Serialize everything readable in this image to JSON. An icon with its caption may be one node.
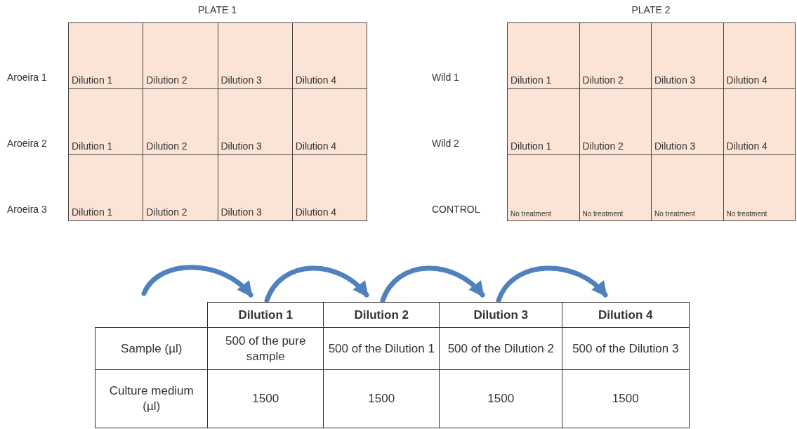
{
  "diagram": {
    "nodes": [
      {
        "text": [
          "Dilution 1"
        ]
      },
      {
        "text": [
          "Dilution 2"
        ]
      },
      {
        "text": [
          "Dilution 3"
        ]
      },
      {
        "text": [
          "Dilution 4"
        ]
      }
    ],
    "edges": [
      {
        "from": null,
        "to": 0,
        "arrow": "to"
      },
      {
        "from": 0,
        "to": 1,
        "arrow": "to"
      },
      {
        "from": 1,
        "to": 2,
        "arrow": "to"
      },
      {
        "from": 2,
        "to": 3,
        "arrow": "to"
      }
    ],
    "labels": [
      "PLATE 1",
      "PLATE 2",
      "Aroeira 1",
      "Dilution 1",
      "Dilution 2",
      "Dilution 3",
      "Dilution 4",
      "Wild 1",
      "Dilution 1",
      "Dilution 2",
      "Dilution 3",
      "Dilution 4",
      "Aroeira 2",
      "Dilution 1",
      "Dilution 2",
      "Dilution 3",
      "Dilution 4",
      "Wild 2",
      "Dilution 1",
      "Dilution 2",
      "Dilution 3",
      "Dilution 4",
      "Aroeira 3",
      "Dilution 1",
      "Dilution 2",
      "Dilution 3",
      "Dilution 4",
      "CONTROL",
      "No treatment",
      "No treatment",
      "No treatment",
      "No treatment",
      "Sample (µl)",
      "500 of the pure sample",
      "500 of the Dilution 1",
      "500 of the Dilution 2",
      "500 of the Dilution 3",
      "Culture medium (µl)",
      "1500",
      "1500",
      "1500",
      "1500"
    ]
  }
}
